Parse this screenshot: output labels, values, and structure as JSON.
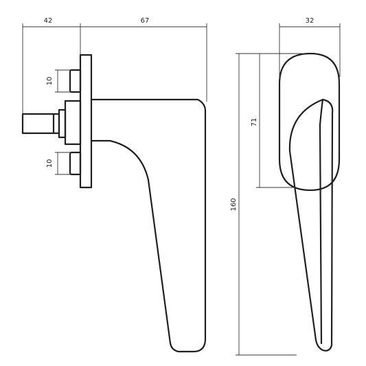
{
  "dimensions": {
    "shaft_length": "42",
    "handle_projection": "67",
    "plate_width": "32",
    "boss_height_top": "10",
    "boss_height_bottom": "10",
    "pivot_to_rose_top": "71",
    "overall_height": "160"
  },
  "colors": {
    "line": "#1f1f1f",
    "dimension_line": "#333333",
    "background": "#ffffff"
  }
}
